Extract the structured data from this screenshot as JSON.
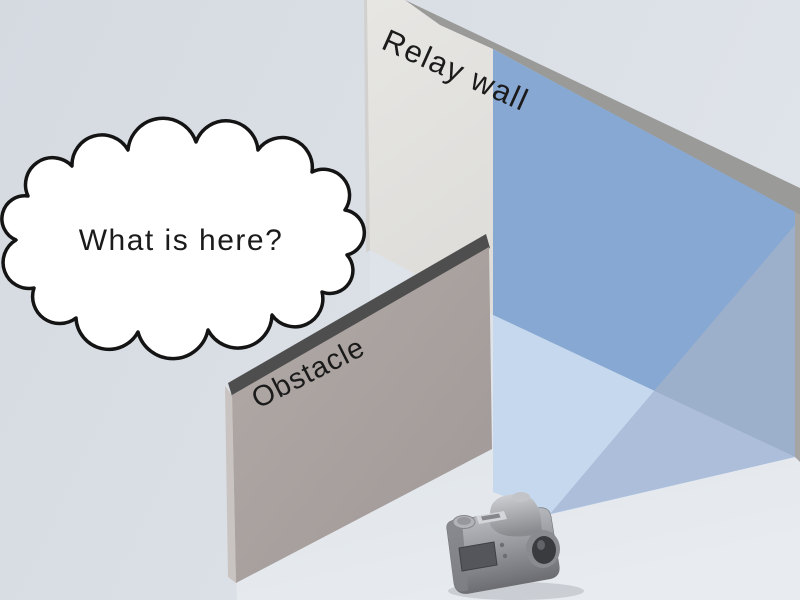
{
  "labels": {
    "relay_wall": "Relay wall",
    "obstacle": "Obstacle",
    "thought_bubble": "What is here?"
  },
  "colors": {
    "background": "#d8dde4",
    "floor": "#e0e5ea",
    "floor_gap": "#dde3e9",
    "relay_wall_face": "#e5e4e1",
    "relay_wall_left_edge": "#d2d1cf",
    "wall_top_edge": "#9a9a98",
    "wall_right_edge": "#a5a5a3",
    "lit_wall": "#87a8d2",
    "fov_floor": "#c5d8ee",
    "fov_side_upper": "#9db0cb",
    "fov_side_lower": "#adbedb",
    "obstacle_face": "#a8a09d",
    "obstacle_top_edge": "#4e4e4e",
    "obstacle_side_edge": "#c9c4c1",
    "cloud_fill": "#ffffff",
    "cloud_outline": "#141414",
    "label_text": "#1b1b1b",
    "camera_body": "#9fa0a6",
    "camera_dark": "#3a3b3f",
    "camera_light": "#c9cacd"
  }
}
